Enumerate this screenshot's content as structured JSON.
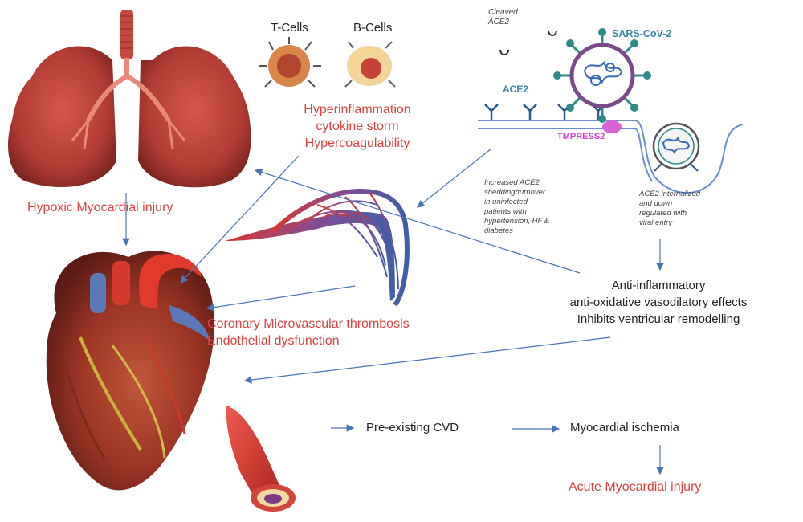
{
  "cells": {
    "t_label": "T-Cells",
    "b_label": "B-Cells"
  },
  "inflammation": {
    "line1": "Hyperinflammation",
    "line2": "cytokine storm",
    "line3": "Hypercoagulability"
  },
  "virus": {
    "cleaved_line1": "Cleaved",
    "cleaved_line2": "ACE2",
    "name": "SARS-CoV-2",
    "receptor": "ACE2",
    "protease": "TMPRESS2"
  },
  "notes": {
    "shedding_lines": [
      "Increased ACE2",
      "shedding/turnover",
      "in uninfected",
      "patients with",
      "hypertension, HF &",
      "diabetes"
    ],
    "internalized_lines": [
      "ACE2 internalized",
      "and down",
      "regulated with",
      "viral entry"
    ]
  },
  "effects": {
    "hypoxic": "Hypoxic Myocardial injury",
    "coronary_line1": "Coronary Microvascular thrombosis",
    "coronary_line2": "Endothelial dysfunction",
    "anti_line1": "Anti-inflammatory",
    "anti_line2": "anti-oxidative vasodilatory effects",
    "anti_line3": "Inhibits ventricular remodelling"
  },
  "flow": {
    "step1": "Pre-existing CVD",
    "step2": "Myocardial ischemia",
    "step3": "Acute Myocardial injury"
  },
  "colors": {
    "red_text": "#e2403f",
    "arrow": "#4a74b8",
    "virus_teal": "#2f8a8a",
    "protease_pink": "#cc44cc"
  }
}
